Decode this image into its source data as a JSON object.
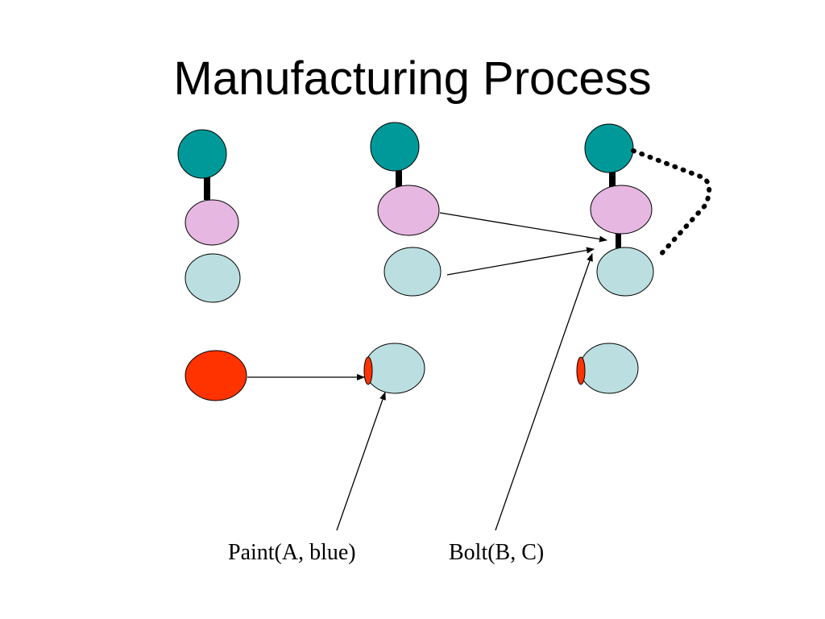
{
  "title": "Manufacturing Process",
  "labels": {
    "paint": "Paint(A, blue)",
    "bolt": "Bolt(B, C)"
  },
  "colors": {
    "teal": "#009999",
    "pink": "#E6B7E0",
    "light_blue": "#BBDFE0",
    "red": "#FF3300",
    "outline": "#000000"
  }
}
